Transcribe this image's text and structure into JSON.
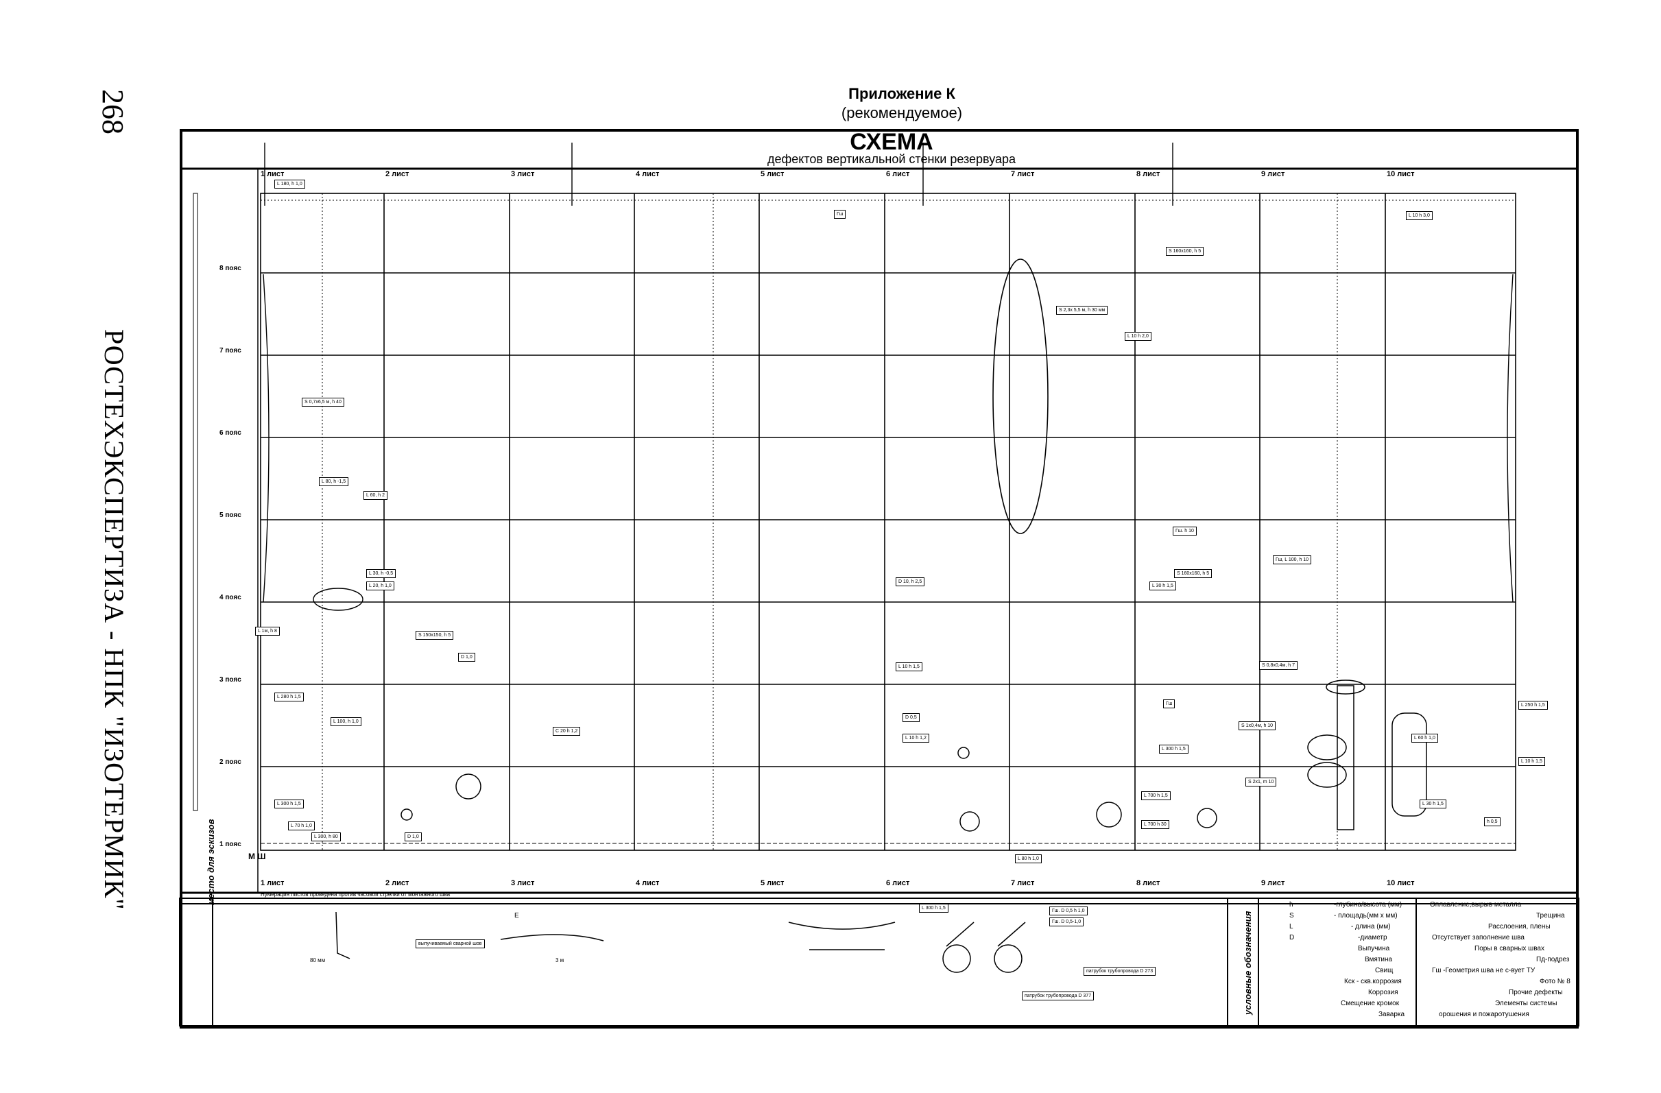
{
  "page_number": "268",
  "side_caption": "РОСТЕХЭКСПЕРТИЗА - НПК \"ИЗОТЕРМИК\"",
  "appendix_title": "Приложение К",
  "appendix_subtitle": "(рекомендуемое)",
  "scheme": {
    "title": "СХЕМА",
    "subtitle": "дефектов вертикальной стенки резервуара",
    "sheets_top": [
      "1 лист",
      "2 лист",
      "3 лист",
      "4 лист",
      "5 лист",
      "6 лист",
      "7 лист",
      "8 лист",
      "9 лист",
      "10 лист"
    ],
    "sheets_bottom": [
      "1 лист",
      "2 лист",
      "3 лист",
      "4 лист",
      "5 лист",
      "6 лист",
      "7 лист",
      "8 лист",
      "9 лист",
      "10 лист"
    ],
    "belts": [
      "8 пояс",
      "7 пояс",
      "6 пояс",
      "5 пояс",
      "4 пояс",
      "3 пояс",
      "2 пояс",
      "1 пояс"
    ],
    "bottom_marks": "М Ш",
    "labels": [
      "L 180, h 1,0",
      "S 2,3х 5,5 м, h 30 мм",
      "L 10 h 2,0",
      "Гш",
      "S 160х160, h 5",
      "L 10 h 3,0",
      "S 0,7х6,5 м, h 40",
      "L 80, h -1,5",
      "L 60, h 2",
      "L 30, h -0,5",
      "L 20, h 1,0",
      "L 1м, h 8",
      "S 150х150, h 5",
      "D 1,0",
      "L 10 h 1,5",
      "D 10, h 2,5",
      "L 280 h 1,5",
      "L 100, h 1,0",
      "C 20 h 1,2",
      "D 0,5",
      "L 10 h 1,2",
      "L 300 h 1,5",
      "L 70 h 1,0",
      "L 300, h 80",
      "D 1,0",
      "L 300 h 1,5",
      "L 700 h 1,5",
      "L 700 h 30",
      "Гш",
      "L 60 h 1,0",
      "L 80 h 1,0",
      "L 30 h 1,5",
      "L 250 h 1,5",
      "L 10 h 1,5",
      "h 0,5",
      "Гш. h 10",
      "Гш, L 100, h 10",
      "S 160х160, h 5",
      "L 30 h 1,5",
      "S 0,8х0,4м, h 7",
      "S 2х1, m 10",
      "S 1х0,4м, h 10"
    ],
    "bottom_note": "Нумерация листов проведена против часовой стрелки от монтажного шва"
  },
  "legend": {
    "place_for_sketches": "место для эскизов",
    "conventions_title": "условные обозначения",
    "sketch_labels": [
      "L 300 h 1,5",
      "Гш. D 0,5 h 1,0",
      "Гш. D 0,5-1,0",
      "патрубок трубопровода D 273",
      "патрубок трубопровода D 377",
      "выпучиваемый сварной шов",
      "80 мм",
      "3 м",
      "E"
    ],
    "items_left": [
      {
        "sym": "h",
        "text": "-глубина/высота (мм)"
      },
      {
        "sym": "S",
        "text": "- площадь(мм х мм)"
      },
      {
        "sym": "L",
        "text": "- длина (мм)"
      },
      {
        "sym": "D",
        "text": "-диаметр"
      },
      {
        "sym": "",
        "text": "Выпучина"
      },
      {
        "sym": "",
        "text": "Вмятина"
      },
      {
        "sym": "",
        "text": "Свищ"
      },
      {
        "sym": "",
        "text": "Кск - скв.коррозия"
      },
      {
        "sym": "",
        "text": "Коррозия"
      },
      {
        "sym": "",
        "text": "Смещение кромок"
      },
      {
        "sym": "",
        "text": "Заварка"
      }
    ],
    "items_right": [
      "Оплавление,вырыв металла",
      "Трещина",
      "Расслоения, плены",
      "Отсутствует заполнение шва",
      "Поры в сварных швах",
      "Пд-подрез",
      "Гш -Геометрия шва не с-вует ТУ",
      "Фото № 8",
      "Прочие дефекты",
      "Элементы системы",
      "орошения и пожаротушения"
    ]
  }
}
